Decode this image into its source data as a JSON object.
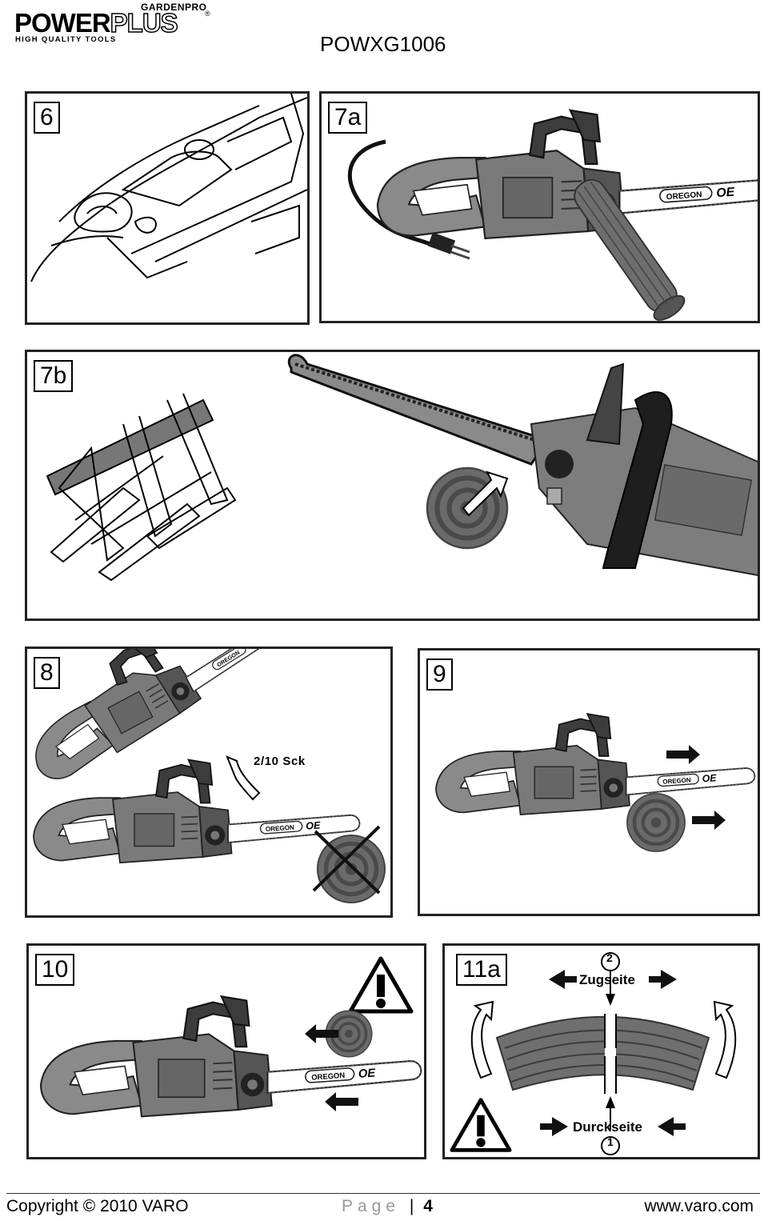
{
  "header": {
    "brand_small": "GARDENPRO",
    "brand_main": "POWER",
    "brand_plus": "PLUS",
    "brand_reg": "®",
    "tagline": "HIGH QUALITY TOOLS",
    "model": "POWXG1006"
  },
  "figures": [
    {
      "id": "6"
    },
    {
      "id": "7a"
    },
    {
      "id": "7b"
    },
    {
      "id": "8",
      "caption": "2/10 Sck"
    },
    {
      "id": "9"
    },
    {
      "id": "10"
    },
    {
      "id": "11a",
      "top_label": "Zugseite",
      "bottom_label": "Durckseite",
      "top_num": "2",
      "bottom_num": "1"
    }
  ],
  "bar_brand": "OREGON",
  "bar_mark": "OE",
  "footer": {
    "copyright": "Copyright © 2010 VARO",
    "page_word": "Page",
    "page_sep": "|",
    "page_num": "4",
    "url": "www.varo.com"
  },
  "colors": {
    "ink": "#000000",
    "body_gray": "#7a7a7a",
    "dark_gray": "#3c3c3c",
    "wood": "#6a6a6a"
  }
}
